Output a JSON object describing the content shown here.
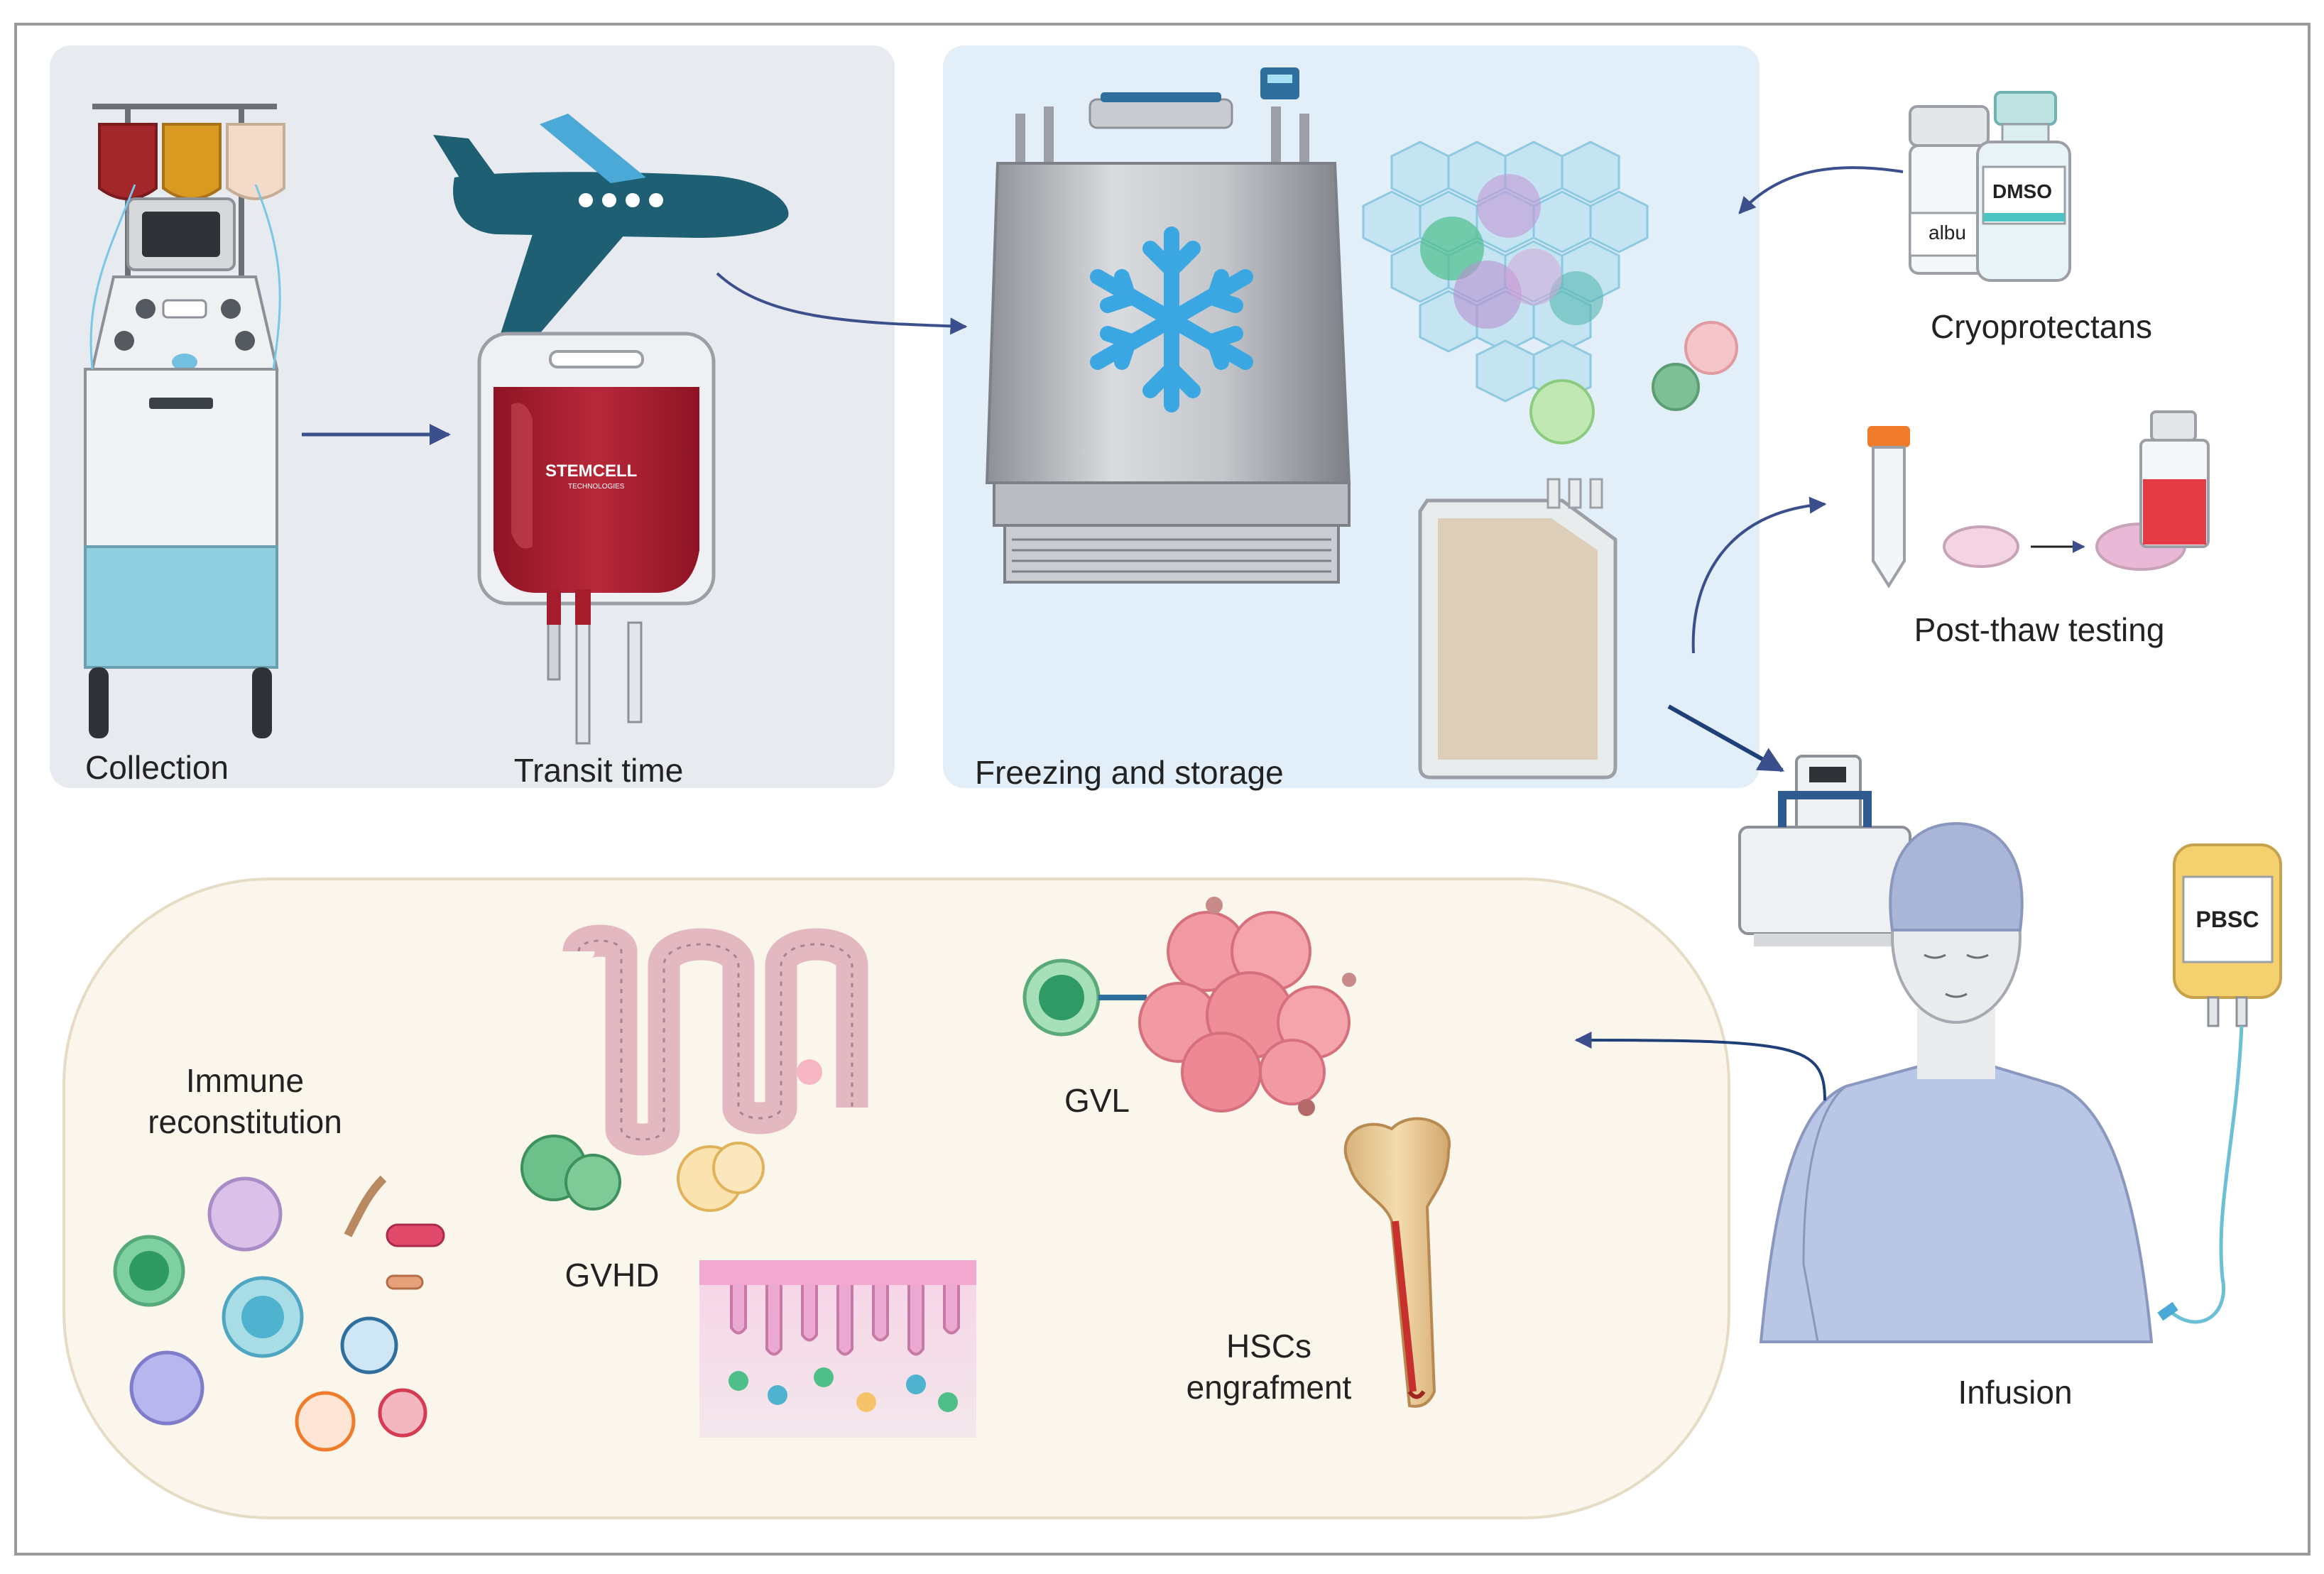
{
  "labels": {
    "collection": "Collection",
    "transit": "Transit time",
    "freezing": "Freezing and storage",
    "cryoprotectants": "Cryoprotectans",
    "postthaw": "Post-thaw testing",
    "infusion": "Infusion",
    "immune_line1": "Immune",
    "immune_line2": "reconstitution",
    "gvhd": "GVHD",
    "gvl": "GVL",
    "hscs_line1": "HSCs",
    "hscs_line2": "engrafment"
  },
  "vials": {
    "albumin": "albu",
    "dmso": "DMSO"
  },
  "bag": {
    "brand": "STEMCELL",
    "sub": "TECHNOLOGIES",
    "pbsc": "PBSC"
  },
  "colors": {
    "panel": "#e7eaef",
    "freeze_panel": "#e2eef8",
    "outcome_panel": "#fbf6ec",
    "arrow": "#3a4f8c",
    "blood": "#a51d2d",
    "plane": "#1f5f73",
    "snowflake": "#3aa7e3"
  }
}
